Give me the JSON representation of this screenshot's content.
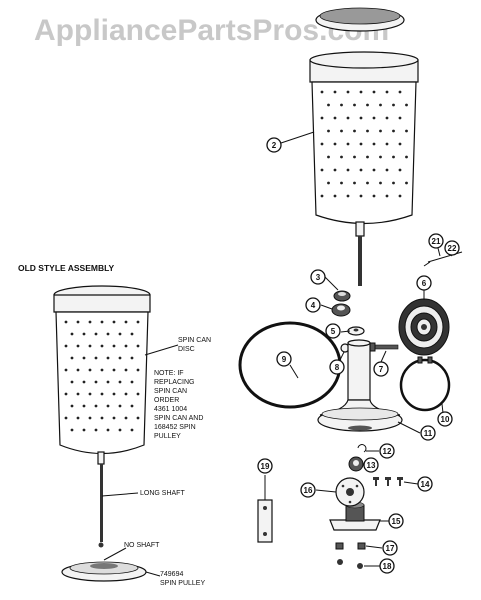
{
  "watermark": "AppliancePartsPros.com",
  "old_style": {
    "title": "OLD STYLE ASSEMBLY",
    "spin_can_label_1": "SPIN CAN",
    "spin_can_label_2": "DISC",
    "note_lines": [
      "NOTE: IF",
      "REPLACING",
      "SPIN CAN",
      "ORDER",
      "4361 1004",
      "SPIN CAN AND",
      "168452 SPIN",
      "PULLEY"
    ],
    "long_shaft": "LONG SHAFT",
    "no_shaft": "NO SHAFT",
    "pulley_part": "749694",
    "pulley_label": "SPIN PULLEY"
  },
  "callouts": [
    "2",
    "3",
    "4",
    "5",
    "6",
    "7",
    "8",
    "9",
    "10",
    "11",
    "12",
    "13",
    "14",
    "15",
    "16",
    "17",
    "18",
    "19",
    "21",
    "22"
  ],
  "colors": {
    "line": "#111111",
    "watermark": "#c8c8c8"
  }
}
